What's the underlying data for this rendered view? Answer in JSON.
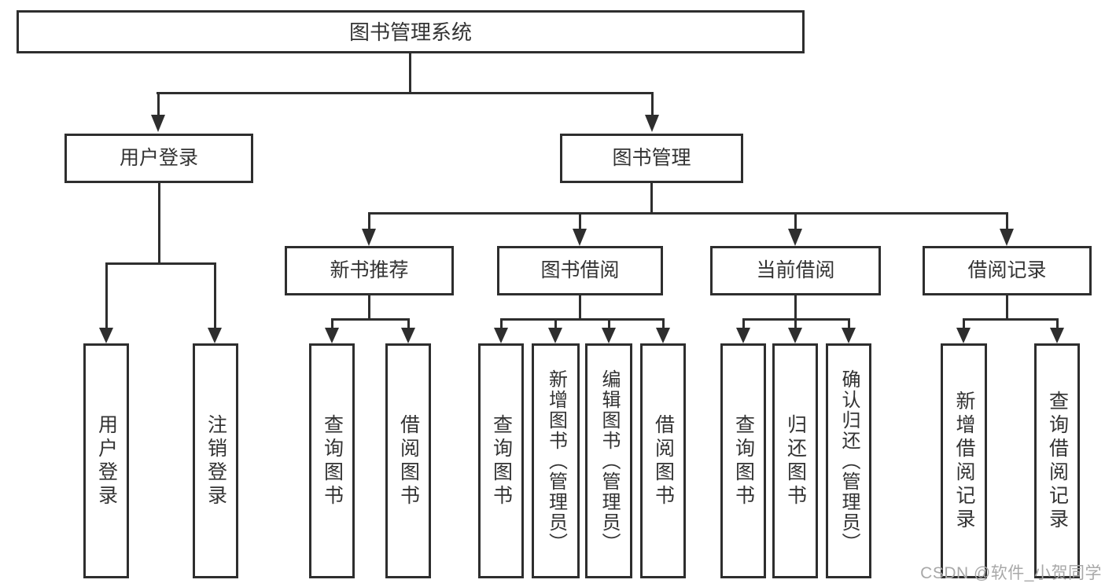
{
  "tree": {
    "root": {
      "label": "图书管理系统",
      "children": [
        {
          "label": "用户登录",
          "children": [
            {
              "label": "用户登录"
            },
            {
              "label": "注销登录"
            }
          ]
        },
        {
          "label": "图书管理",
          "children": [
            {
              "label": "新书推荐",
              "children": [
                {
                  "label": "查询图书"
                },
                {
                  "label": "借阅图书"
                }
              ]
            },
            {
              "label": "图书借阅",
              "children": [
                {
                  "label": "查询图书"
                },
                {
                  "label": "新增图书（管理员）"
                },
                {
                  "label": "编辑图书（管理员）"
                },
                {
                  "label": "借阅图书"
                }
              ]
            },
            {
              "label": "当前借阅",
              "children": [
                {
                  "label": "查询图书"
                },
                {
                  "label": "归还图书"
                },
                {
                  "label": "确认归还（管理员）"
                }
              ]
            },
            {
              "label": "借阅记录",
              "children": [
                {
                  "label": "新增借阅记录"
                },
                {
                  "label": "查询借阅记录"
                }
              ]
            }
          ]
        }
      ]
    }
  },
  "watermark": {
    "text": "CSDN @软件_小贺同学"
  },
  "colors": {
    "line": "#2e2e2e",
    "text": "#333333",
    "background": "#ffffff",
    "watermark_text": "#a8a8a8"
  }
}
